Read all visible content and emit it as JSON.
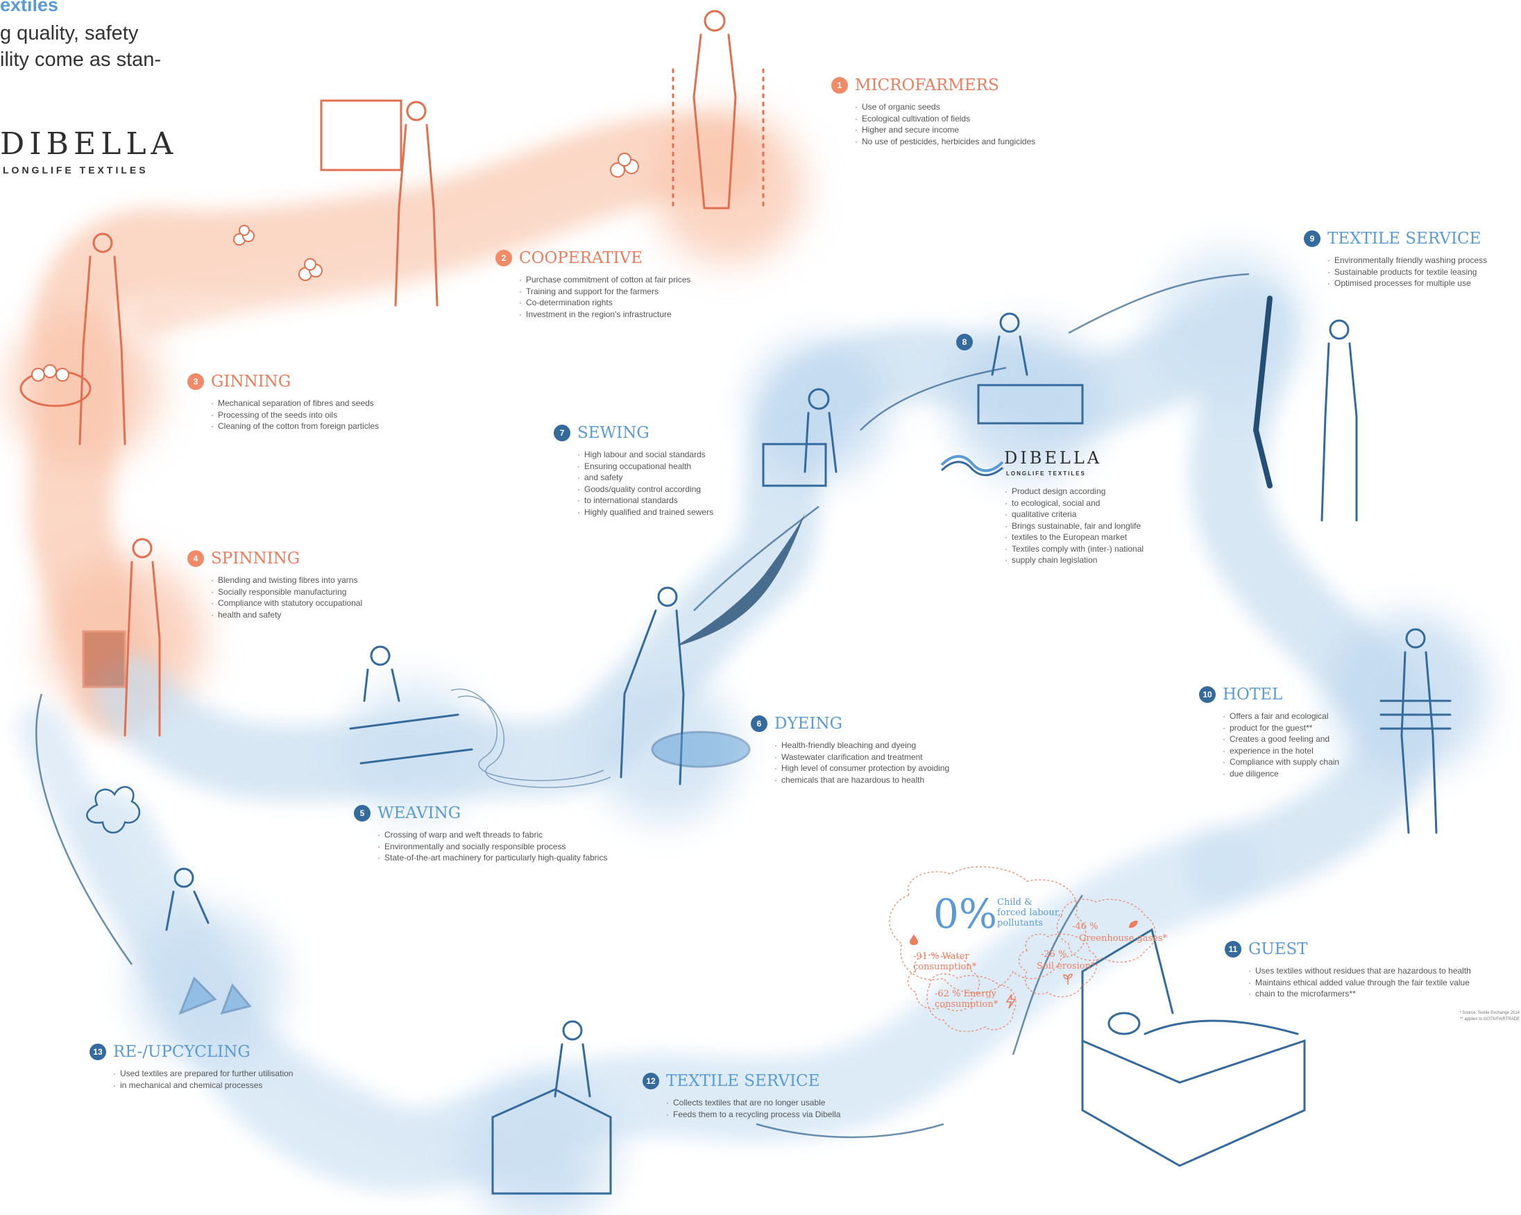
{
  "intro": {
    "headline": "extiles",
    "line1": "g quality, safety",
    "line2": "ility come as stan-"
  },
  "brand": {
    "name": "DIBELLA",
    "tagline": "LONGLIFE TEXTILES"
  },
  "stages": [
    {
      "number": "1",
      "title": "MICROFARMERS",
      "bullets": [
        "Use of organic seeds",
        "Ecological cultivation of fields",
        "Higher and secure income",
        "No use of pesticides, herbicides and fungicides"
      ]
    },
    {
      "number": "2",
      "title": "COOPERATIVE",
      "bullets": [
        "Purchase commitment of cotton at fair prices",
        "Training and support for the farmers",
        "Co-determination rights",
        "Investment in the region's infrastructure"
      ]
    },
    {
      "number": "3",
      "title": "GINNING",
      "bullets": [
        "Mechanical separation of fibres and seeds",
        "Processing of the seeds into oils",
        "Cleaning of the cotton from foreign particles"
      ]
    },
    {
      "number": "4",
      "title": "SPINNING",
      "bullets": [
        "Blending and twisting fibres into yarns",
        "Socially responsible manufacturing",
        "Compliance with statutory occupational",
        "health and safety"
      ]
    },
    {
      "number": "5",
      "title": "WEAVING",
      "bullets": [
        "Crossing of warp and weft threads to fabric",
        "Environmentally and socially responsible process",
        "State-of-the-art machinery for particularly high-quality fabrics"
      ]
    },
    {
      "number": "6",
      "title": "DYEING",
      "bullets": [
        "Health-friendly bleaching and dyeing",
        "Wastewater clarification and treatment",
        "High level of consumer protection by avoiding",
        "chemicals that are hazardous to health"
      ]
    },
    {
      "number": "7",
      "title": "SEWING",
      "bullets": [
        "High labour and social standards",
        "Ensuring occupational health",
        "and safety",
        "Goods/quality control according",
        "to international standards",
        "Highly qualified and trained sewers"
      ]
    },
    {
      "number": "8",
      "title": "",
      "bullets": [
        "Product design according",
        "to ecological, social and",
        "qualitative criteria",
        "Brings sustainable, fair and longlife",
        "textiles to the European market",
        "Textiles comply with (inter-) national",
        "supply chain legislation"
      ]
    },
    {
      "number": "9",
      "title": "TEXTILE SERVICE",
      "bullets": [
        "Environmentally friendly washing process",
        "Sustainable products for textile leasing",
        "Optimised processes for multiple use"
      ]
    },
    {
      "number": "10",
      "title": "HOTEL",
      "bullets": [
        "Offers a fair and ecological",
        "product for the guest**",
        "Creates a good feeling and",
        "experience in the hotel",
        "Compliance with supply chain",
        "due diligence"
      ]
    },
    {
      "number": "11",
      "title": "GUEST",
      "bullets": [
        "Uses textiles without residues that are hazardous to health",
        "Maintains ethical added value through the fair textile value",
        "chain to the microfarmers**"
      ]
    },
    {
      "number": "12",
      "title": "TEXTILE SERVICE",
      "bullets": [
        "Collects textiles that are no longer usable",
        "Feeds them to a recycling process via Dibella"
      ]
    },
    {
      "number": "13",
      "title": "RE-/UPCYCLING",
      "bullets": [
        "Used textiles are prepared for further utilisation",
        "in mechanical and chemical processes"
      ]
    }
  ],
  "stats": {
    "zero_value": "0%",
    "zero_label": [
      "Child &",
      "forced labour,",
      "pollutants"
    ],
    "water_value": "-91 %",
    "water_label": [
      "Water",
      "consumption*"
    ],
    "energy_value": "-62 %",
    "energy_label": [
      "Energy",
      "consumption*"
    ],
    "greenhouse_value": "-46 %",
    "greenhouse_label": "Greenhouse gases*",
    "soil_value": "-26 %",
    "soil_label": "Soil erosion*"
  },
  "footnote": [
    "* Source: Textile Exchange 2014",
    "** applies to GOTS/FAIRTRADE"
  ],
  "colors": {
    "orange": "#ec7d5c",
    "blue": "#5b9bd5",
    "navy": "#356b9c",
    "orange_wash": "#f9c9b2",
    "blue_wash": "#c6ddf0"
  }
}
